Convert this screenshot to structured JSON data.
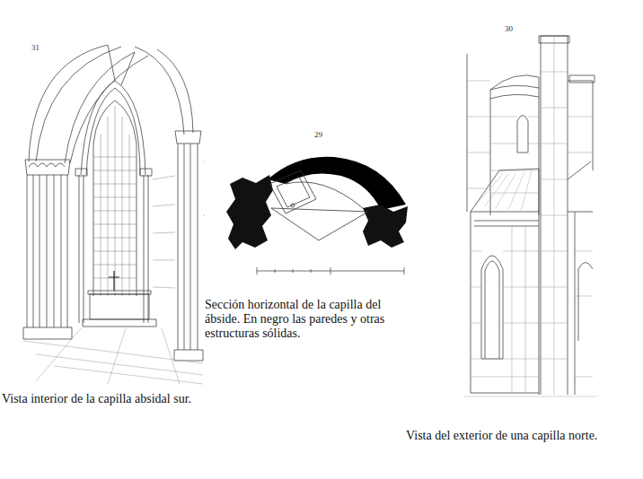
{
  "diagram": {
    "labels": [
      "31",
      "Vista interior de la capilla absidal sur.",
      "29",
      "Sección horizontal de la capilla del ábside. En negro las paredes y otras estructuras sólidas.",
      "30",
      "Vista del exterior de una capilla norte."
    ]
  }
}
